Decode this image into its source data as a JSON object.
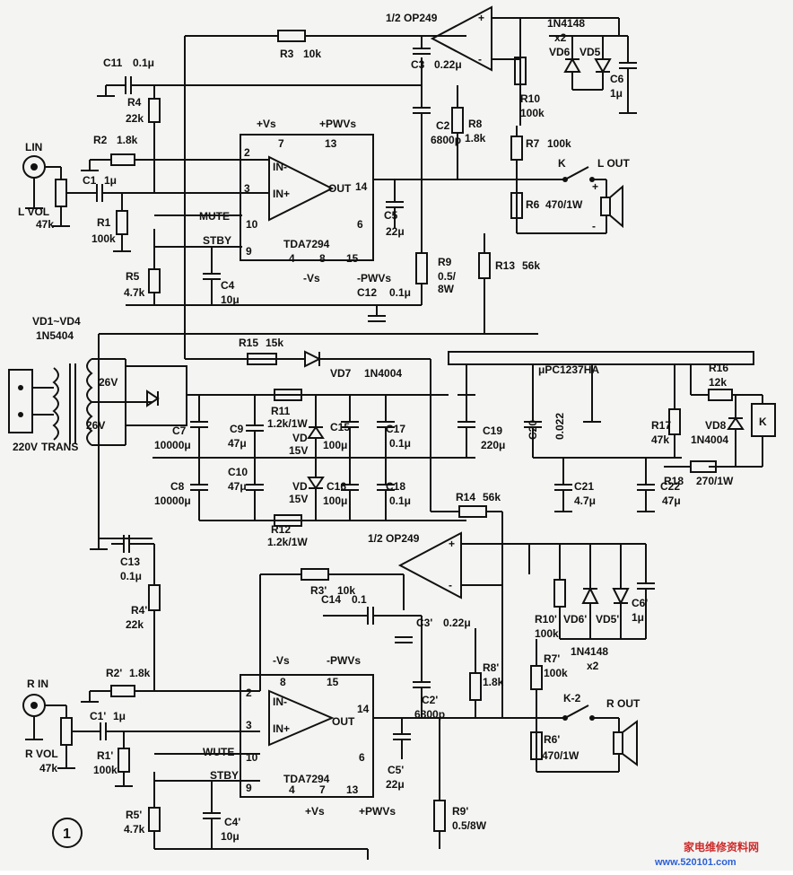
{
  "title_number": "1",
  "watermark": {
    "line1": "家电维修资料网",
    "line2": "www.520101.com"
  },
  "power": {
    "rectifier": "VD1~VD4",
    "rectifier_type": "1N5404",
    "trans_sec_top": "26V",
    "trans_sec_bot": "26V",
    "mains": "220V",
    "trans": "TRANS",
    "c7": "C7",
    "c7v": "10000μ",
    "c8": "C8",
    "c8v": "10000μ",
    "c9": "C9",
    "c9v": "47μ",
    "c10": "C10",
    "c10v": "47μ",
    "r11": "R11",
    "r11v": "1.2k/1W",
    "r12": "R12",
    "r12v": "1.2k/1W",
    "vd_a": "VD",
    "vd_av": "15V",
    "vd_b": "VD",
    "vd_bv": "15V",
    "c15": "C15",
    "c15v": "100μ",
    "c16": "C16",
    "c16v": "100μ",
    "c17": "C17",
    "c17v": "0.1μ",
    "c18": "C18",
    "c18v": "0.1μ",
    "r15": "R15",
    "r15v": "15k",
    "vd7": "VD7",
    "vd7v": "1N4004"
  },
  "left": {
    "in": "LIN",
    "vol": "L VOL",
    "volv": "47k",
    "c11": "C11",
    "c11v": "0.1μ",
    "r2": "R2",
    "r2v": "1.8k",
    "c1": "C1",
    "c1v": "1μ",
    "r1": "R1",
    "r1v": "100k",
    "r4": "R4",
    "r4v": "22k",
    "r5": "R5",
    "r5v": "4.7k",
    "c4": "C4",
    "c4v": "10μ",
    "r3": "R3",
    "r3v": "10k",
    "op": "1/2  OP249",
    "c3": "C3",
    "c3v": "0.22μ",
    "vd6": "VD6",
    "vd5": "VD5",
    "diode_type": "1N4148",
    "diode_qty": "x2",
    "c6": "C6",
    "c6v": "1μ",
    "r10": "R10",
    "r10v": "100k",
    "c2": "C2",
    "c2v": "6800p",
    "r8": "R8",
    "r8v": "1.8k",
    "r7": "R7",
    "r7v": "100k",
    "k": "K",
    "out": "L  OUT",
    "r6": "R6",
    "r6v": "470/1W",
    "c5": "C5",
    "c5v": "22μ",
    "r9": "R9",
    "r9v": "0.5/",
    "r9v2": "8W",
    "r13": "R13",
    "r13v": "56k",
    "c12": "C12",
    "c12v": "0.1μ",
    "ic": "TDA7294",
    "vs_pos": "+Vs",
    "pwvs_pos": "+PWVs",
    "vs_neg": "-Vs",
    "pwvs_neg": "-PWVs",
    "in_neg": "IN-",
    "in_pos": "IN+",
    "outp": "OUT",
    "mute": "MUTE",
    "stby": "STBY",
    "p7": "7",
    "p13": "13",
    "p2": "2",
    "p3": "3",
    "p14": "14",
    "p10": "10",
    "p6": "6",
    "p9": "9",
    "p4": "4",
    "p8": "8",
    "p15": "15"
  },
  "protect": {
    "ic": "μPC1237HA",
    "r16": "R16",
    "r16v": "12k",
    "r17": "R17",
    "r17v": "47k",
    "vd8": "VD8",
    "vd8v": "1N4004",
    "k": "K",
    "r18": "R18",
    "r18v": "270/1W",
    "c19": "C19",
    "c19v": "220μ",
    "c20": "C20",
    "c20v": "0.022",
    "c21": "C21",
    "c21v": "4.7μ",
    "c22": "C22",
    "c22v": "47μ",
    "r14": "R14",
    "r14v": "56k"
  },
  "right": {
    "in": "R  IN",
    "vol": "R  VOL",
    "volv": "47k",
    "c13": "C13",
    "c13v": "0.1μ",
    "r4": "R4'",
    "r4v": "22k",
    "r2": "R2'",
    "r2v": "1.8k",
    "c1": "C1'",
    "c1v": "1μ",
    "r1": "R1'",
    "r1v": "100k",
    "r5": "R5'",
    "r5v": "4.7k",
    "c4": "C4'",
    "c4v": "10μ",
    "r3": "R3'",
    "r3v": "10k",
    "op": "1/2  OP249",
    "c14": "C14",
    "c14v": "0.1",
    "c3": "C3'",
    "c3v": "0.22μ",
    "r10": "R10'",
    "r10v": "100k",
    "vd6": "VD6'",
    "vd5": "VD5'",
    "diode_type": "1N4148",
    "diode_qty": "x2",
    "c6": "C6'",
    "c6v": "1μ",
    "r8": "R8'",
    "r8v": "1.8k",
    "c2": "C2'",
    "c2v": "6800p",
    "r7": "R7'",
    "r7v": "100k",
    "k": "K-2",
    "out": "R  OUT",
    "r6": "R6'",
    "r6v": "470/1W",
    "c5": "C5'",
    "c5v": "22μ",
    "r9": "R9'",
    "r9v": "0.5/8W",
    "ic": "TDA7294",
    "vs_neg": "-Vs",
    "pwvs_neg": "-PWVs",
    "vs_pos": "+Vs",
    "pwvs_pos": "+PWVs",
    "in_neg": "IN-",
    "in_pos": "IN+",
    "outp": "OUT",
    "mute": "WUTE",
    "stby": "STBY",
    "p8": "8",
    "p15": "15",
    "p2": "2",
    "p3": "3",
    "p14": "14",
    "p10": "10",
    "p6": "6",
    "p9": "9",
    "p4": "4",
    "p7": "7",
    "p13": "13"
  }
}
